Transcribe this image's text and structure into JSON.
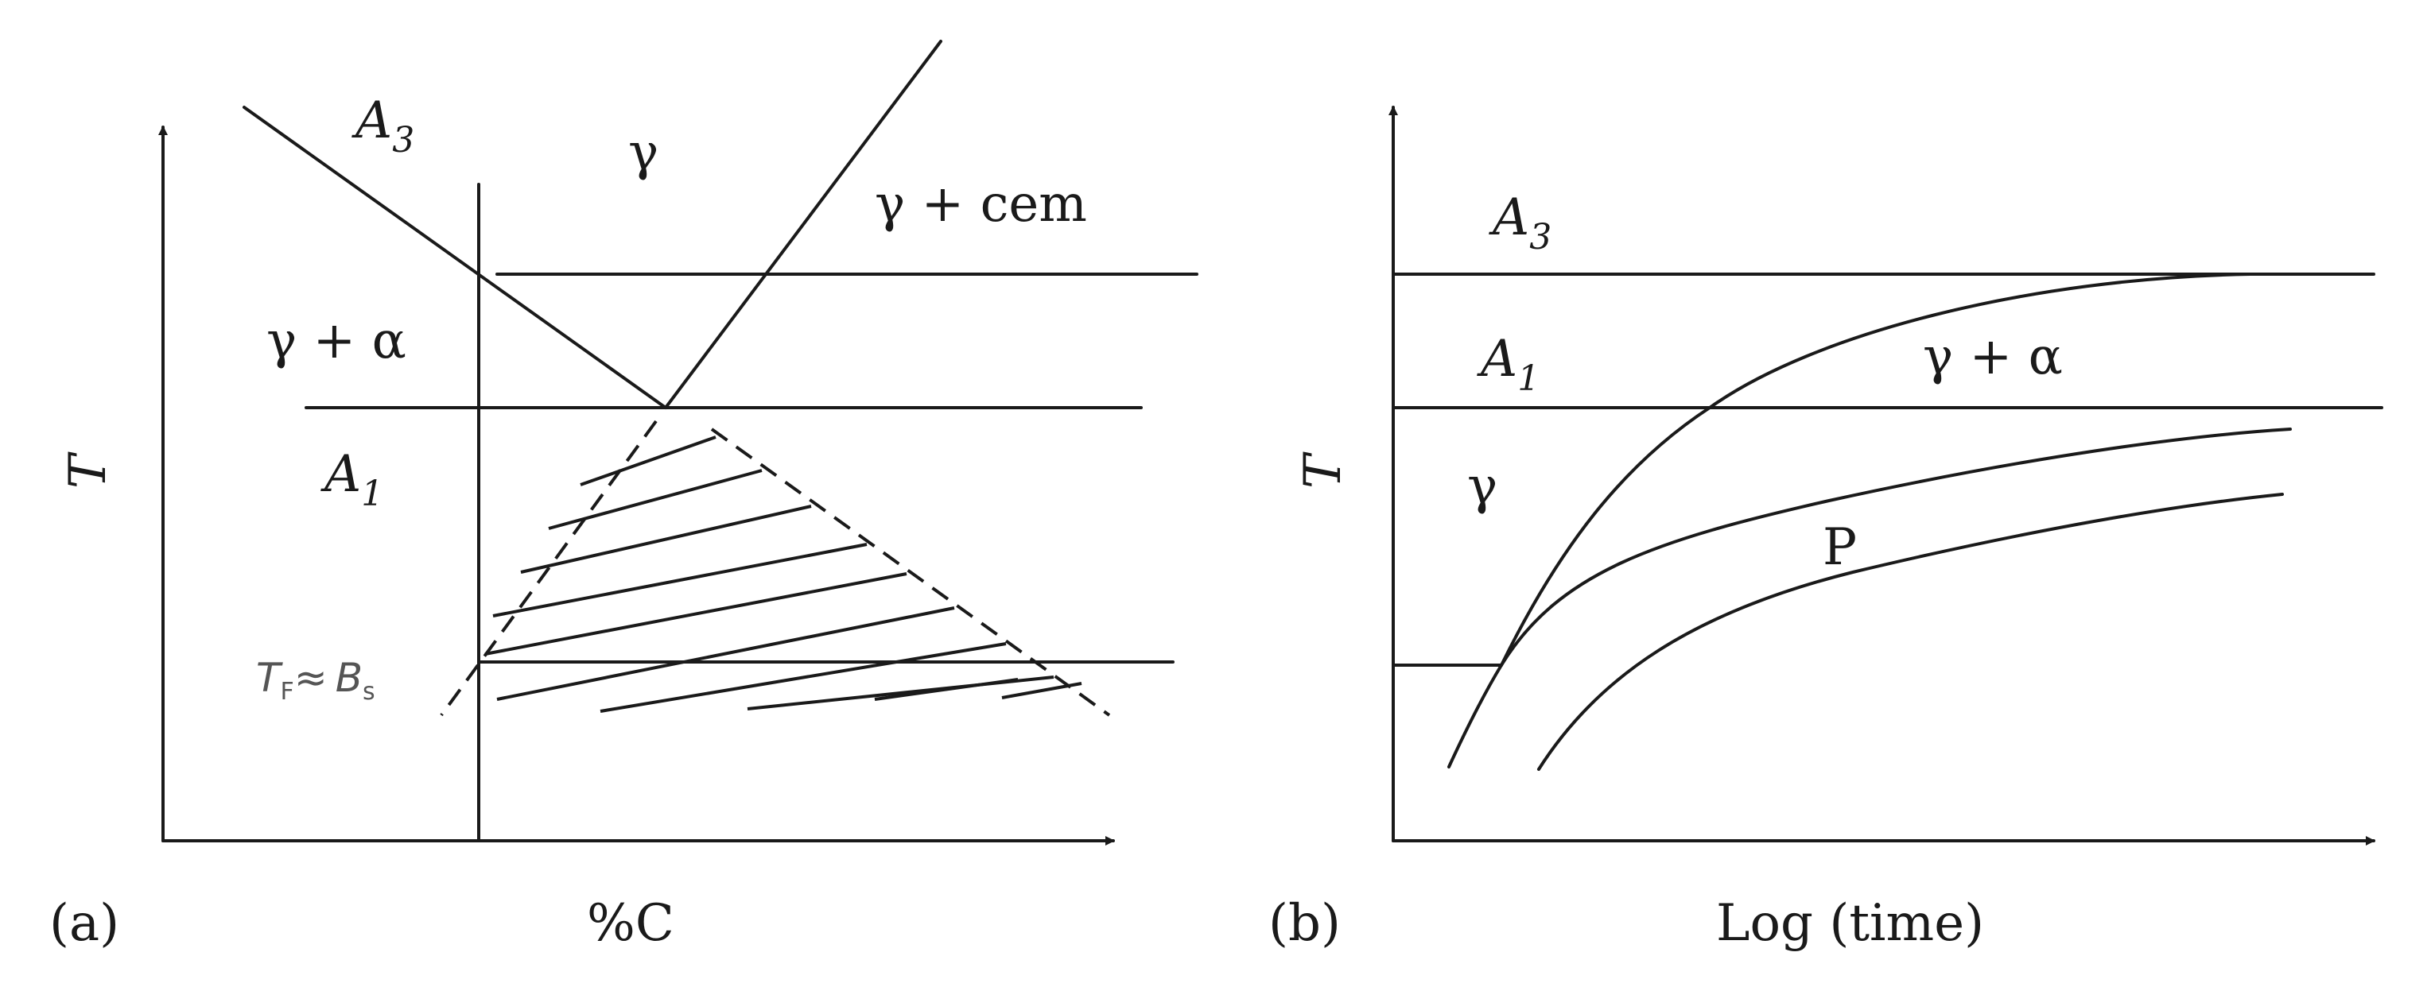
{
  "panel_a": {
    "tag": "(a)",
    "x_axis_label": "%C",
    "y_axis_label": "T",
    "labels": {
      "a3_main": "A",
      "a3_sub": "3",
      "gamma": "γ",
      "gamma_cem": "γ + cem",
      "gamma_alpha": "γ + α",
      "a1_main": "A",
      "a1_sub": "1",
      "tf_t": "T",
      "tf_f": "F",
      "tf_approx": "≈",
      "bs_b": "B",
      "bs_s": "s"
    }
  },
  "panel_b": {
    "tag": "(b)",
    "x_axis_label": "Log (time)",
    "y_axis_label": "T",
    "labels": {
      "a3_main": "A",
      "a3_sub": "3",
      "a1_main": "A",
      "a1_sub": "1",
      "gamma": "γ",
      "gamma_alpha": "γ + α",
      "pearlite": "P"
    }
  }
}
